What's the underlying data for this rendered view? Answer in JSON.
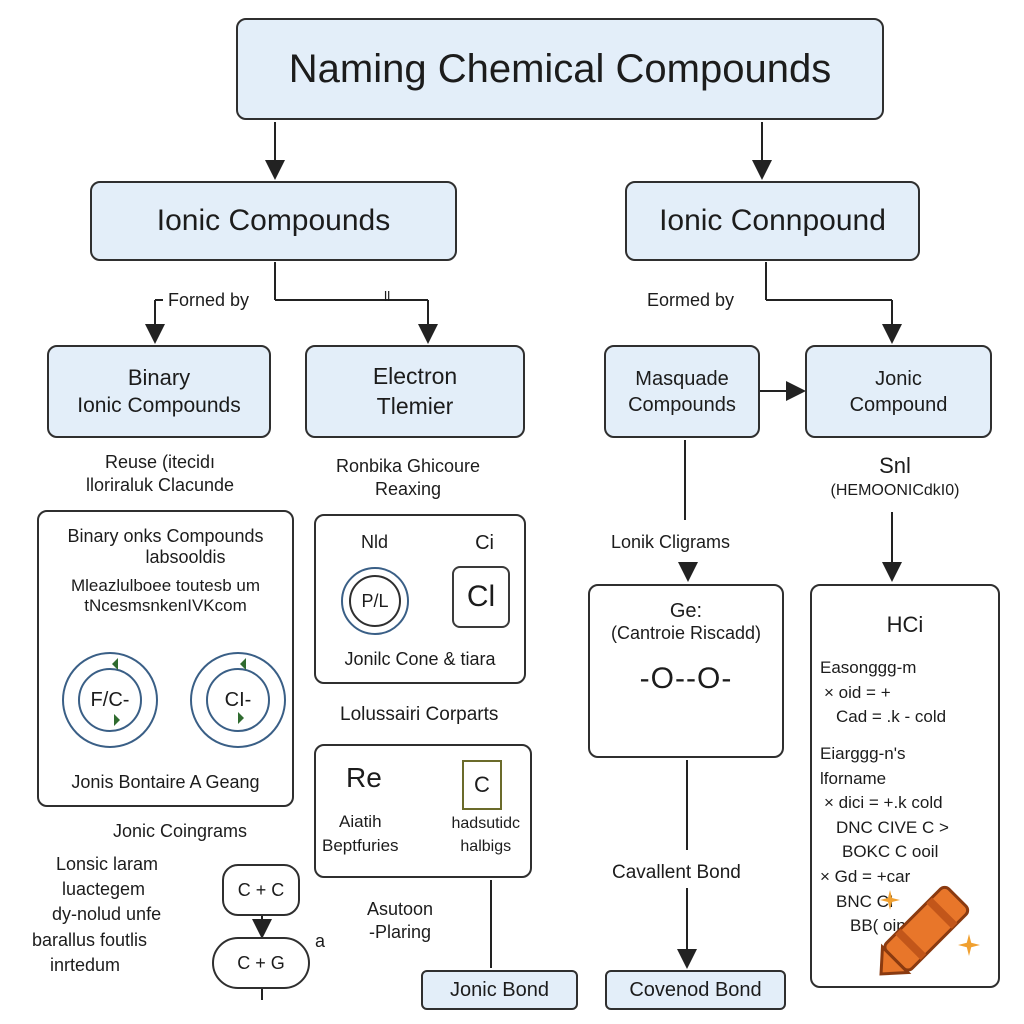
{
  "title": "Naming Chemical Compounds",
  "branches": {
    "left": "Ionic Compounds",
    "right": "Ionic Connpound"
  },
  "edge_labels": {
    "left_formed": "Forned by",
    "left_mark": "ll",
    "right_formed": "Eormed by"
  },
  "nodes": {
    "binary": [
      "Binary",
      "Ionic Compounds"
    ],
    "electron": [
      "Electron",
      "Tlemier"
    ],
    "masquade": [
      "Masquade",
      "Compounds"
    ],
    "ionic_compound": [
      "Jonic",
      "Compound"
    ]
  },
  "captions": {
    "binary_caption": [
      "Reuse (itecidı",
      "lloriraluk Clacunde"
    ],
    "electron_caption": [
      "Ronbika Ghicoure",
      "Reaxing"
    ],
    "sni": [
      "Snl",
      "(HEMOONICdkI0)"
    ],
    "lonik_cligrams": "Lonik Cligrams",
    "lolussairi": "Lolussairi Corparts",
    "ionic_coingrams": "Jonic Coingrams",
    "cavallent": "Cavallent Bond",
    "asutoon": [
      "Asutoon",
      "-Plaring"
    ],
    "lonsic": [
      "Lonsic laram",
      "luactegem",
      "dy-nolud unfe",
      "barallus foutlis",
      "inrtedum"
    ],
    "small_a": "a"
  },
  "binary_panel": {
    "title": "Binary onks Compounds",
    "sub": "labsooldis",
    "line1": "Mleazlulboee toutesb um",
    "line2": "tNcesmsnkenIVKcom",
    "atom1": "F/C-",
    "atom2": "CI-",
    "footer": "Jonis Bontaire A Geang"
  },
  "electron_panel": {
    "label_left": "Nld",
    "label_right": "Ci",
    "atom1": "P/L",
    "atom2": "Cl",
    "footer": "Jonilc Cone & tiara"
  },
  "re_panel": {
    "symbol": "Re",
    "square": "C",
    "left_text": [
      "Aiatih",
      "Beptfuries"
    ],
    "right_text": [
      "hadsutidc",
      "halbigs"
    ]
  },
  "ge_panel": {
    "title": "Ge:",
    "sub": "(Cantroie Riscadd)",
    "bond": "-O--O-"
  },
  "hci_panel": {
    "title": "HCi",
    "lines": [
      "Easonggg-m",
      "× oid = +",
      "Cad = .k - cold",
      "",
      "Eiarggg-n's",
      "lforname",
      "× dici = +.k cold",
      "DNC CIVE C >",
      "BOKC C ooil",
      "× Gd = +car",
      "BNC CI",
      "BB(     oin"
    ]
  },
  "molecules": [
    "C + C",
    "C + G"
  ],
  "bottom": {
    "ionic_bond": "Jonic Bond",
    "covalent_bond": "Covenod Bond"
  },
  "colors": {
    "box_blue": "#e3eef9",
    "line": "#222222",
    "atom_ring": "#3a5f86",
    "arrow_green": "#2f6b2f",
    "crayon_orange": "#e8762a",
    "crayon_dark": "#c2561a"
  },
  "icons": [
    "crayon-icon",
    "sparkle-icon"
  ]
}
